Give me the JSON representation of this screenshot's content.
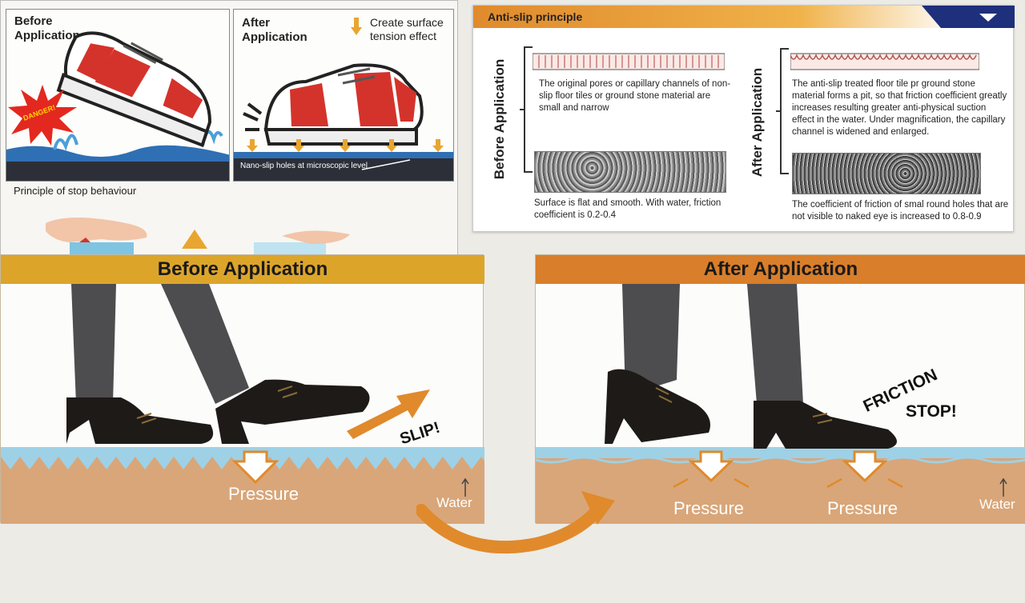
{
  "top_left": {
    "before_label": "Before\nApplication",
    "after_label": "After\nApplication",
    "tension_label": "Create surface\ntension effect",
    "danger_text": "DANGER!",
    "nano_label": "Nano-slip holes at microscopic level",
    "principle_label": "Principle of stop behaviour"
  },
  "anti_slip": {
    "title": "Anti-slip principle",
    "before_vertical": "Before Application",
    "after_vertical": "After Application",
    "before_pores_text": "The original pores or capillary channels of non-slip floor tiles or ground stone material are small and narrow",
    "before_surface_text": "Surface is flat and smooth. With water, friction coefficient is 0.2-0.4",
    "after_pores_text": "The anti-slip treated floor tile pr ground stone material forms a pit, so that friction coefficient greatly increases resulting greater anti-physical suction effect in the water. Under magnification, the capillary channel is widened and enlarged.",
    "after_surface_text": "The coefficient of friction of smal round holes that are not visible to naked eye is increased to 0.8-0.9"
  },
  "bottom_before": {
    "header": "Before Application",
    "slip": "SLIP!",
    "pressure": "Pressure",
    "water": "Water"
  },
  "bottom_after": {
    "header": "After Application",
    "friction": "FRICTION",
    "stop": "STOP!",
    "pressure_1": "Pressure",
    "pressure_2": "Pressure",
    "water": "Water"
  },
  "colors": {
    "header_gold": "#dca52a",
    "header_orange": "#d97e2a",
    "arrow_orange": "#e08a2c",
    "floor_tan": "#d9a679",
    "water_blue": "#9ed1e6",
    "shoe_red": "#d4332b",
    "pants_gray": "#4d4d4f",
    "shoe_black": "#1e1a17"
  }
}
